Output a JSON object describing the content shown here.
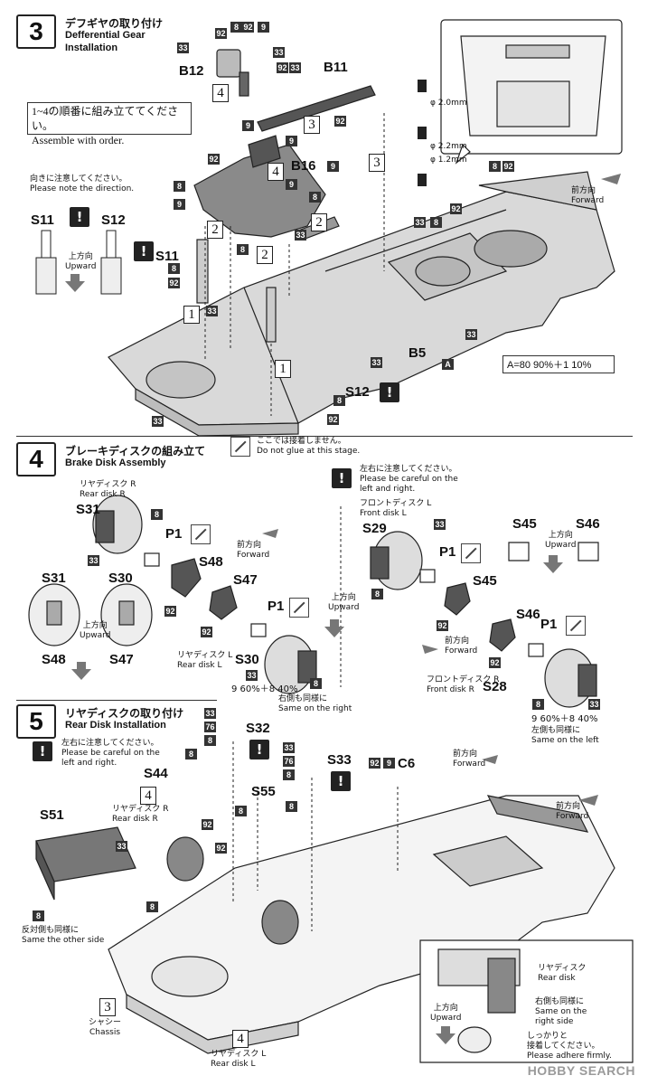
{
  "step3": {
    "number": "3",
    "title_jp": "デフギヤの取り付け",
    "title_en_line1": "Defferential Gear",
    "title_en_line2": "Installation",
    "assemble_jp": "1~4の順番に組み立ててください。",
    "assemble_en": "Assemble with order.",
    "direction_note_jp": "向きに注意してください。",
    "direction_note_en": "Please note the direction.",
    "upward_jp": "上方向",
    "upward_en": "Upward",
    "forward_jp": "前方向",
    "forward_en": "Forward",
    "noglue_jp": "ここでは接着しません。",
    "noglue_en": "Do not glue at this stage.",
    "drill_1": "φ 2.0mm",
    "drill_2": "φ 2.2mm",
    "drill_3": "φ 1.2mm",
    "color_mix": "A=80 90%＋1 10%",
    "parts": [
      "B12",
      "B11",
      "B16",
      "S11",
      "S12",
      "S11",
      "S12",
      "B5"
    ],
    "order_marks": [
      "4",
      "3",
      "4",
      "3",
      "2",
      "2",
      "2",
      "1",
      "1"
    ]
  },
  "step4": {
    "number": "4",
    "title_jp": "ブレーキディスクの組み立て",
    "title_en": "Brake Disk Assembly",
    "rear_disk_r_jp": "リヤディスク R",
    "rear_disk_r_en": "Rear disk R",
    "rear_disk_l_jp": "リヤディスク L",
    "rear_disk_l_en": "Rear disk L",
    "front_disk_l_jp": "フロントディスク L",
    "front_disk_l_en": "Front disk L",
    "front_disk_r_jp": "フロントディスク R",
    "front_disk_r_en": "Front disk R",
    "lr_note_jp": "左右に注意してください。",
    "lr_note_en1": "Please be careful on the",
    "lr_note_en2": "left and right.",
    "same_right_jp": "右側も同様に",
    "same_right_en": "Same on the right",
    "same_left_jp": "左側も同様に",
    "same_left_en": "Same on the left",
    "mix1": "9 60%＋8 40%",
    "mix2": "9 60%＋8 40%",
    "forward_jp": "前方向",
    "forward_en": "Forward",
    "upward_jp": "上方向",
    "upward_en": "Upward",
    "parts": [
      "S31",
      "P1",
      "S48",
      "S47",
      "P1",
      "S30",
      "S31",
      "S30",
      "S48",
      "S47",
      "S29",
      "P1",
      "S45",
      "S45",
      "S46",
      "S46",
      "P1",
      "S28"
    ]
  },
  "step5": {
    "number": "5",
    "title_jp": "リヤディスクの取り付け",
    "title_en": "Rear Disk Installation",
    "lr_note_jp": "左右に注意してください。",
    "lr_note_en1": "Please be careful on the",
    "lr_note_en2": "left and right.",
    "rear_disk_r_jp": "リヤディスク R",
    "rear_disk_r_en": "Rear disk R",
    "rear_disk_l_jp": "リヤディスク L",
    "rear_disk_l_en": "Rear disk L",
    "other_side_jp": "反対側も同様に",
    "other_side_en": "Same the other side",
    "chassis_jp": "シャシー",
    "chassis_en": "Chassis",
    "forward_jp": "前方向",
    "forward_en": "Forward",
    "upward_jp": "上方向",
    "upward_en": "Upward",
    "detail_disk_jp": "リヤディスク",
    "detail_disk_en": "Rear disk",
    "detail_same_jp": "右側も同様に",
    "detail_same_en1": "Same on the",
    "detail_same_en2": "right side",
    "adhere_jp1": "しっかりと",
    "adhere_jp2": "接着してください。",
    "adhere_en": "Please adhere firmly.",
    "parts": [
      "S32",
      "S44",
      "S55",
      "S33",
      "C6",
      "S51"
    ],
    "ref_3": "3",
    "ref_4a": "4",
    "ref_4b": "4"
  },
  "logo": "HOBBY SEARCH"
}
